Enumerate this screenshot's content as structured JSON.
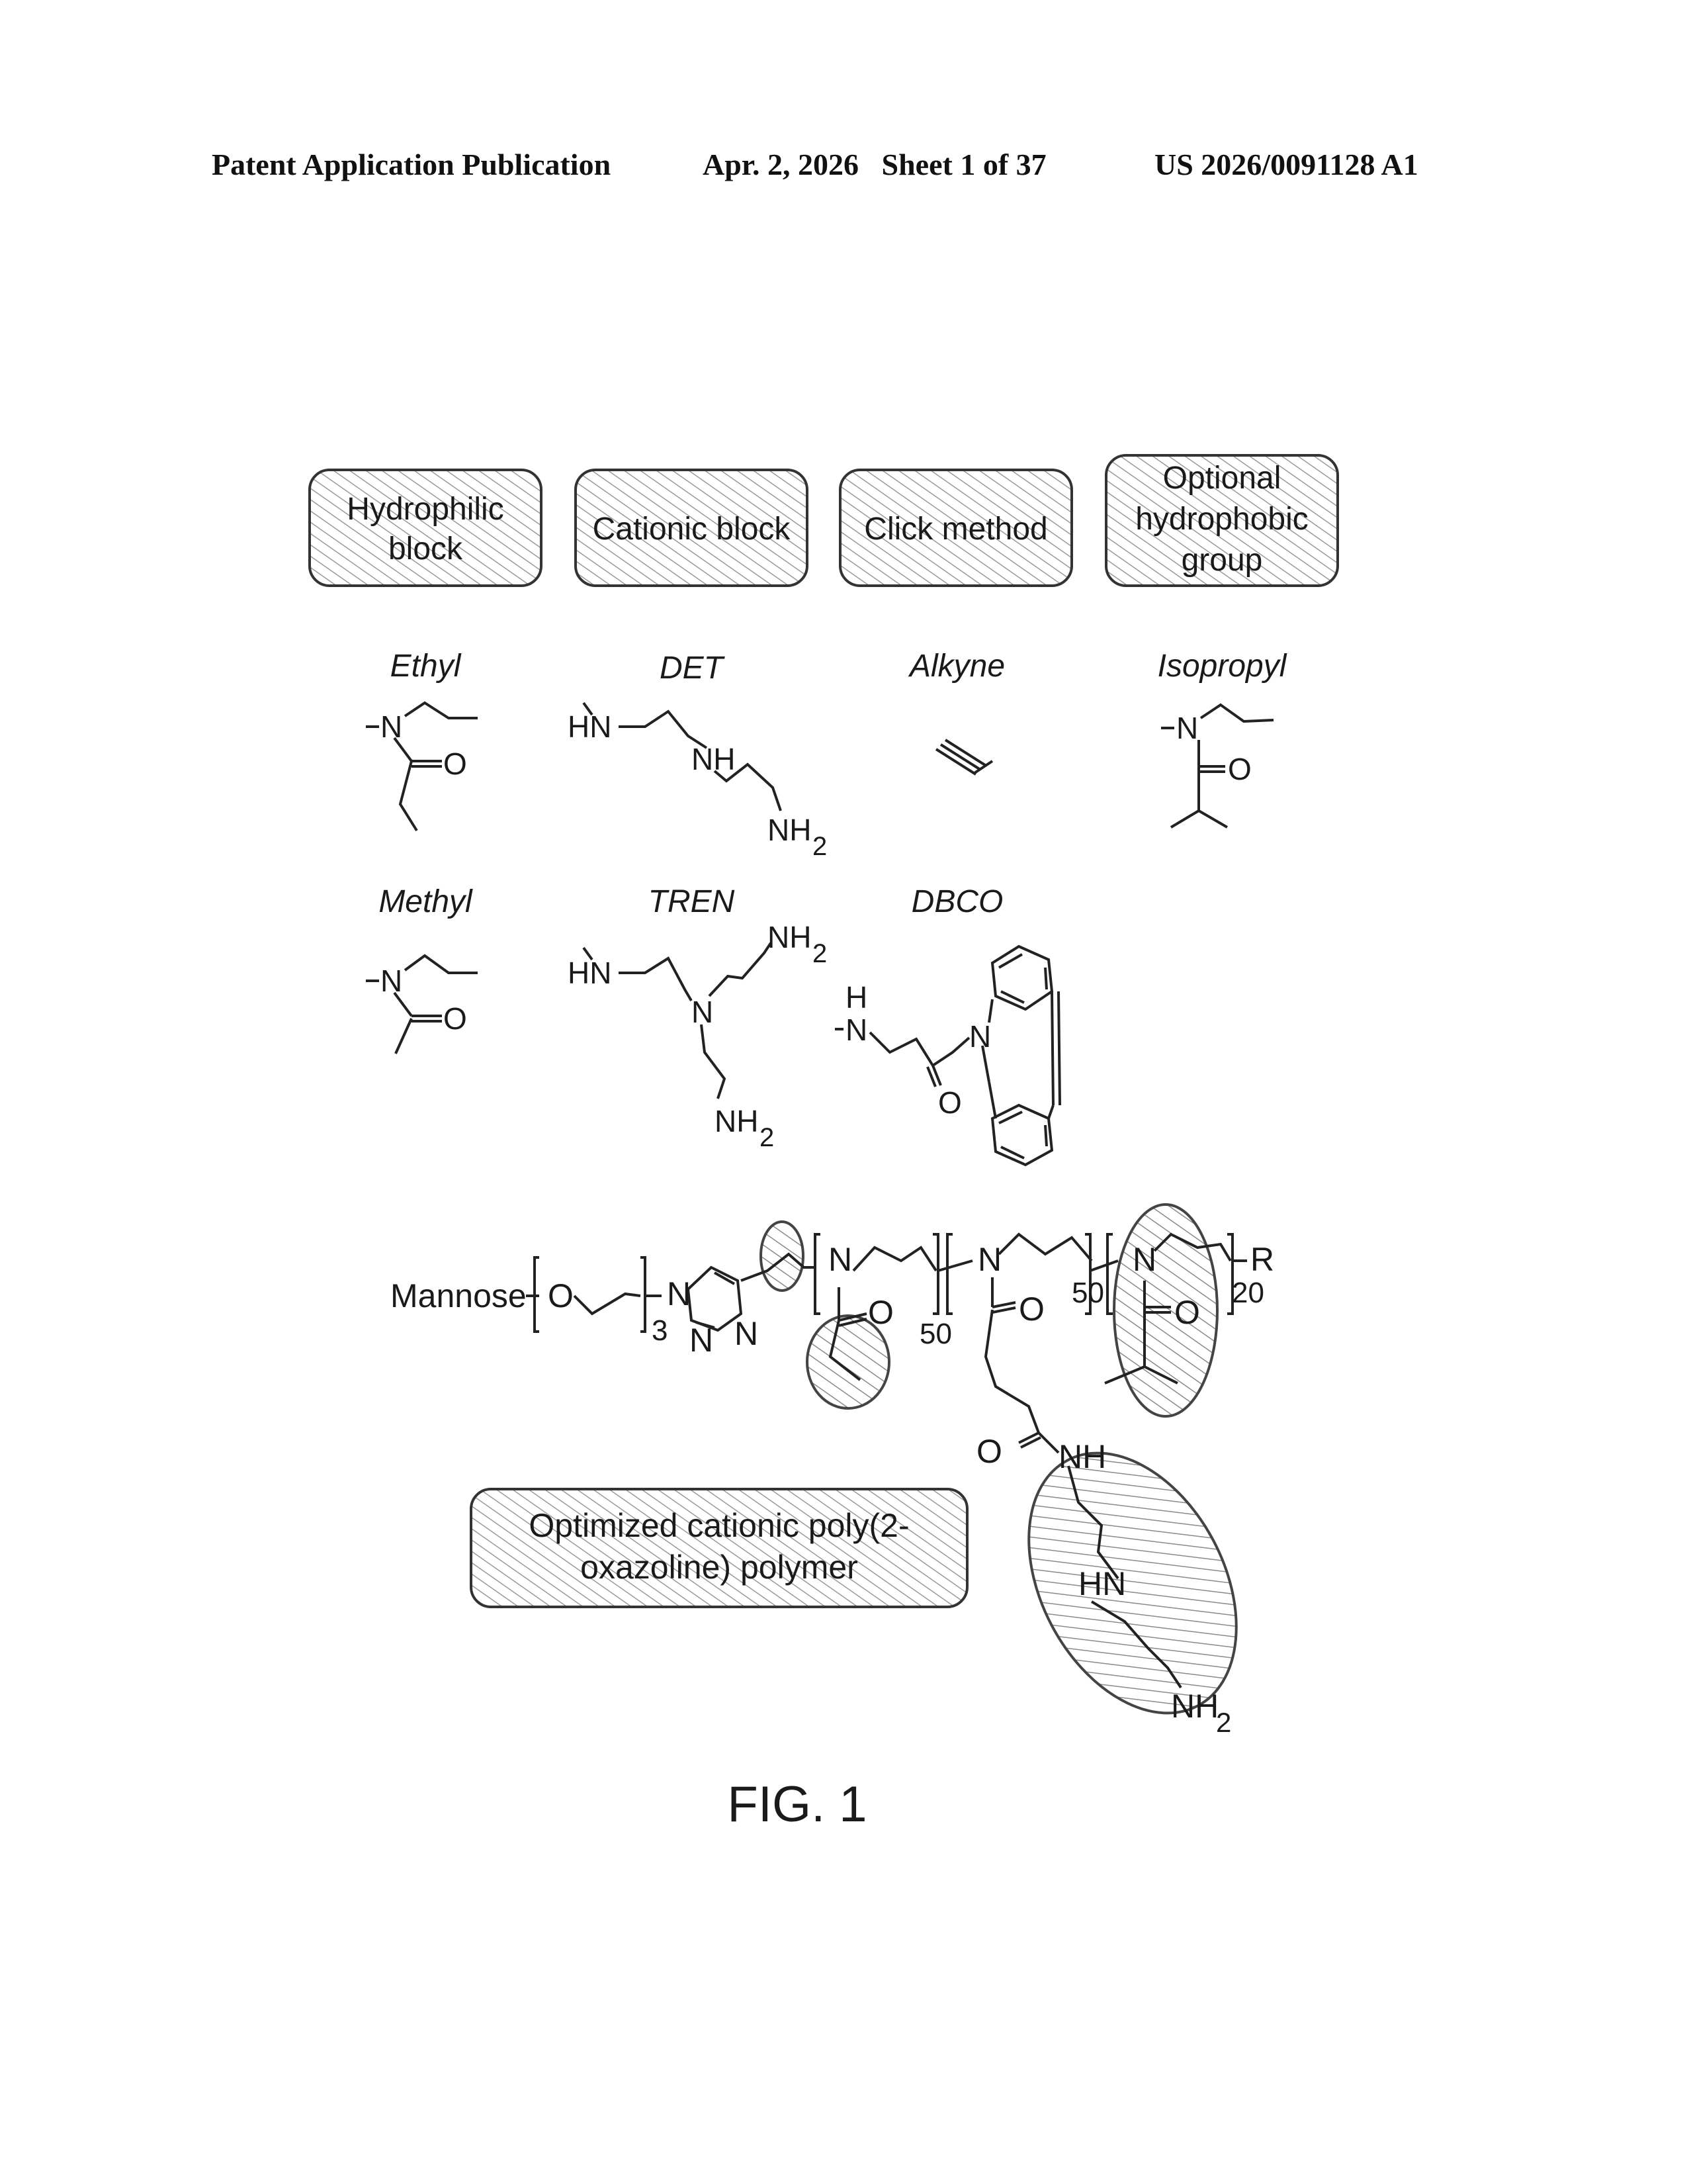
{
  "header": {
    "publication": "Patent Application Publication",
    "date_sheet": "Apr. 2, 2026   Sheet 1 of 37",
    "number": "US 2026/0091128 A1"
  },
  "legend_boxes": {
    "hydrophilic": [
      "Hydrophilic",
      "block"
    ],
    "cationic": "Cationic block",
    "click": "Click method",
    "hydrophobic": [
      "Optional",
      "hydrophobic",
      "group"
    ]
  },
  "labels": {
    "ethyl": "Ethyl",
    "det": "DET",
    "alkyne": "Alkyne",
    "isopropyl": "Isopropyl",
    "methyl": "Methyl",
    "tren": "TREN",
    "dbco": "DBCO"
  },
  "atoms": {
    "n": "N",
    "o": "O",
    "hn": "HN",
    "nh": "NH",
    "nh2": "NH",
    "h": "H",
    "sub2": "2",
    "r": "R",
    "mannose": "Mannose"
  },
  "subscripts": {
    "peg": "3",
    "block1": "50",
    "block2": "50",
    "block3": "20"
  },
  "caption_box": [
    "Optimized cationic poly(2-",
    "oxazoline) polymer"
  ],
  "figure_label": "FIG. 1"
}
